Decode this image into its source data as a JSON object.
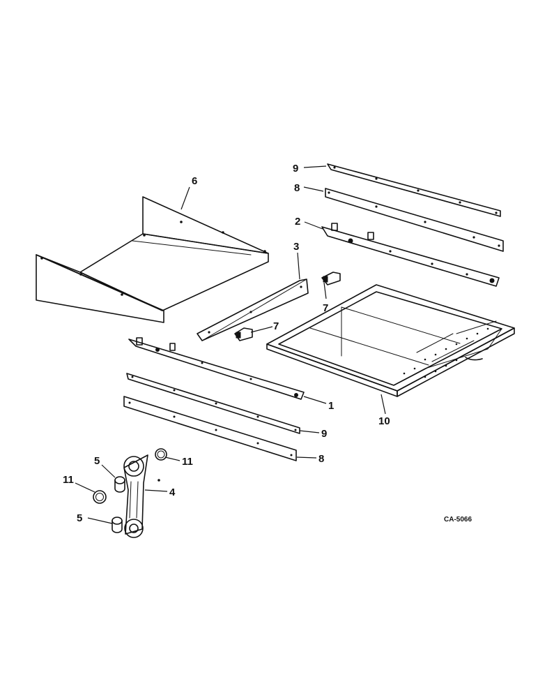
{
  "callouts": {
    "c1": "1",
    "c2": "2",
    "c3": "3",
    "c4": "4",
    "c5a": "5",
    "c5b": "5",
    "c6": "6",
    "c7a": "7",
    "c7b": "7",
    "c8a": "8",
    "c8b": "8",
    "c9a": "9",
    "c9b": "9",
    "c10": "10",
    "c11a": "11",
    "c11b": "11"
  },
  "drawing_code": "CA-5066"
}
